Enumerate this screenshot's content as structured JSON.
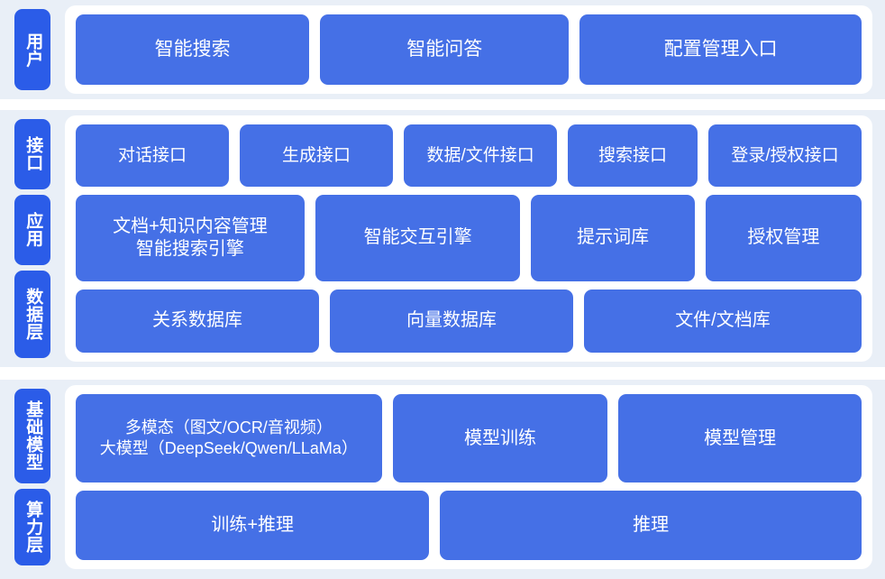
{
  "theme": {
    "page_background": "#e9eff7",
    "card_background": "#ffffff",
    "box_color": "#4570e6",
    "rail_tab_color": "#2b5ce8",
    "text_color": "#ffffff"
  },
  "panels": [
    {
      "id": "users",
      "rail_tabs": [
        "用户"
      ],
      "rows": [
        {
          "id": "user-entries",
          "boxes": [
            {
              "label": "智能搜索",
              "flex": 1.0
            },
            {
              "label": "智能问答",
              "flex": 1.07
            },
            {
              "label": "配置管理入口",
              "flex": 1.22
            }
          ]
        }
      ]
    },
    {
      "id": "application",
      "rail_tabs": [
        "接口",
        "应用",
        "数据层"
      ],
      "rows": [
        {
          "id": "interface",
          "boxes": [
            {
              "label": "对话接口",
              "flex": 1.0
            },
            {
              "label": "生成接口",
              "flex": 1.0
            },
            {
              "label": "数据/文件接口",
              "flex": 1.0
            },
            {
              "label": "搜索接口",
              "flex": 0.83
            },
            {
              "label": "登录/授权接口",
              "flex": 1.0
            }
          ]
        },
        {
          "id": "application-services",
          "boxes": [
            {
              "label": "文档+知识内容管理\n智能搜索引擎",
              "flex": 1.18
            },
            {
              "label": "智能交互引擎",
              "flex": 1.05
            },
            {
              "label": "提示词库",
              "flex": 0.82
            },
            {
              "label": "授权管理",
              "flex": 0.78
            }
          ]
        },
        {
          "id": "data-layer",
          "boxes": [
            {
              "label": "关系数据库",
              "flex": 1.0
            },
            {
              "label": "向量数据库",
              "flex": 1.0
            },
            {
              "label": "文件/文档库",
              "flex": 1.15
            }
          ]
        }
      ]
    },
    {
      "id": "foundation",
      "rail_tabs": [
        "基础模型",
        "算力层"
      ],
      "rows": [
        {
          "id": "foundation-models",
          "boxes": [
            {
              "label": "多模态（图文/OCR/音视频）\n大模型（DeepSeek/Qwen/LLaMa）",
              "flex": 1.25
            },
            {
              "label": "模型训练",
              "flex": 0.86
            },
            {
              "label": "模型管理",
              "flex": 0.98
            }
          ]
        },
        {
          "id": "compute-layer",
          "boxes": [
            {
              "label": "训练+推理",
              "flex": 1.0
            },
            {
              "label": "推理",
              "flex": 1.2
            }
          ]
        }
      ]
    }
  ]
}
